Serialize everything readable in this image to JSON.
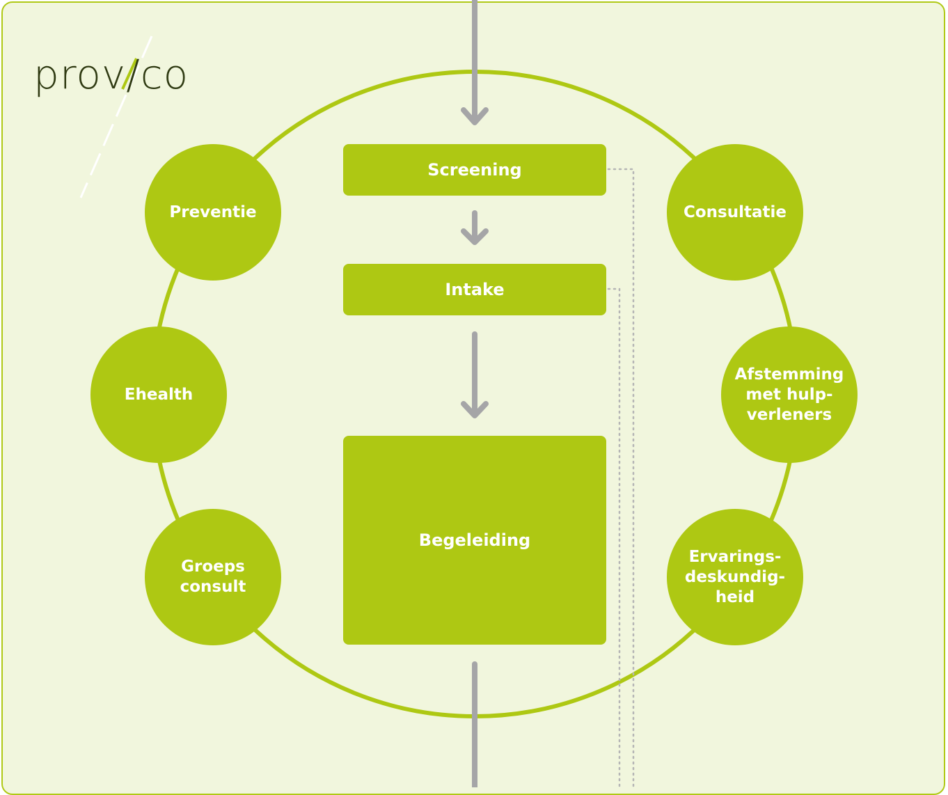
{
  "logo": {
    "text": "prov/co"
  },
  "colors": {
    "node": "#aec813",
    "ring": "#aec813",
    "arrow": "#a5a5a7",
    "background": "#f1f6dd",
    "border": "#b0c916",
    "logo_text": "#2f3a12",
    "dotted": "#b5b5b5"
  },
  "flow": {
    "screening": "Screening",
    "intake": "Intake",
    "begeleiding": "Begeleiding"
  },
  "circles": {
    "preventie": "Preventie",
    "ehealth": "Ehealth",
    "groeps_consult": "Groeps\nconsult",
    "consultatie": "Consultatie",
    "afstemming": "Afstemming\nmet hulp-\nverleners",
    "ervaringsdeskundigheid": "Ervarings-\ndeskundig-\nheid"
  }
}
